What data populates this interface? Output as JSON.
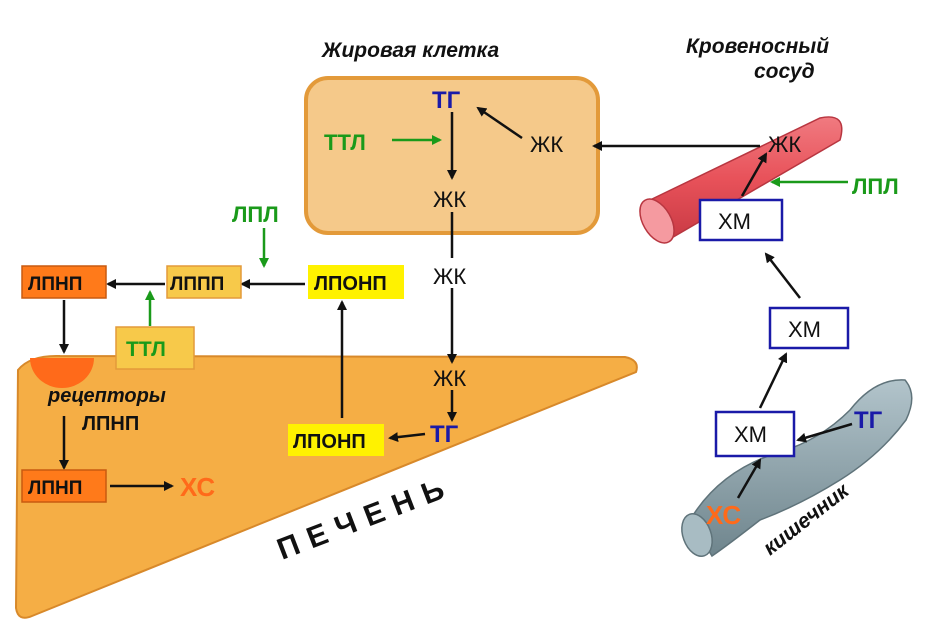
{
  "titles": {
    "fat_cell": "Жировая клетка",
    "vessel_line1": "Кровеносный",
    "vessel_line2": "сосуд",
    "liver": "ПЕЧЕНЬ",
    "intestine": "кишечник"
  },
  "fat_cell": {
    "tg": "ТГ",
    "ttl": "ТТЛ",
    "fa_top": "ЖК",
    "fa_mid": "ЖК"
  },
  "vessel": {
    "fa": "ЖК",
    "lpl": "ЛПЛ",
    "hm_top": "ХМ"
  },
  "intestine_side": {
    "hm_mid": "ХМ",
    "hm_low": "ХМ",
    "tg": "ТГ",
    "xc": "ХС"
  },
  "center": {
    "fa_transit": "ЖК",
    "fa_liver": "ЖК",
    "tg_liver": "ТГ",
    "lponp_top": "ЛПОНП",
    "lponp_bottom": "ЛПОНП"
  },
  "left": {
    "lpl": "ЛПЛ",
    "lppp": "ЛППП",
    "lpnp_top": "ЛПНП",
    "ttl": "ТТЛ",
    "receptors": "рецепторы",
    "receptors_lpnp": "ЛПНП",
    "lpnp_bottom": "ЛПНП",
    "xc": "ХС"
  },
  "colors": {
    "liver_fill": "#f5ae45",
    "fat_cell_fill": "#f5c98a",
    "fat_cell_stroke": "#e39a3a",
    "vessel": "#e8525a",
    "intestine": "#8fa5ad",
    "yellow_box": "#fff200",
    "orange_box": "#ff7a1a",
    "lppp_box": "#f7c94a",
    "green": "#1a9a1a",
    "blue": "#1a1aa8",
    "orange_text": "#ff6a1a",
    "receptor": "#ff6a1a"
  }
}
